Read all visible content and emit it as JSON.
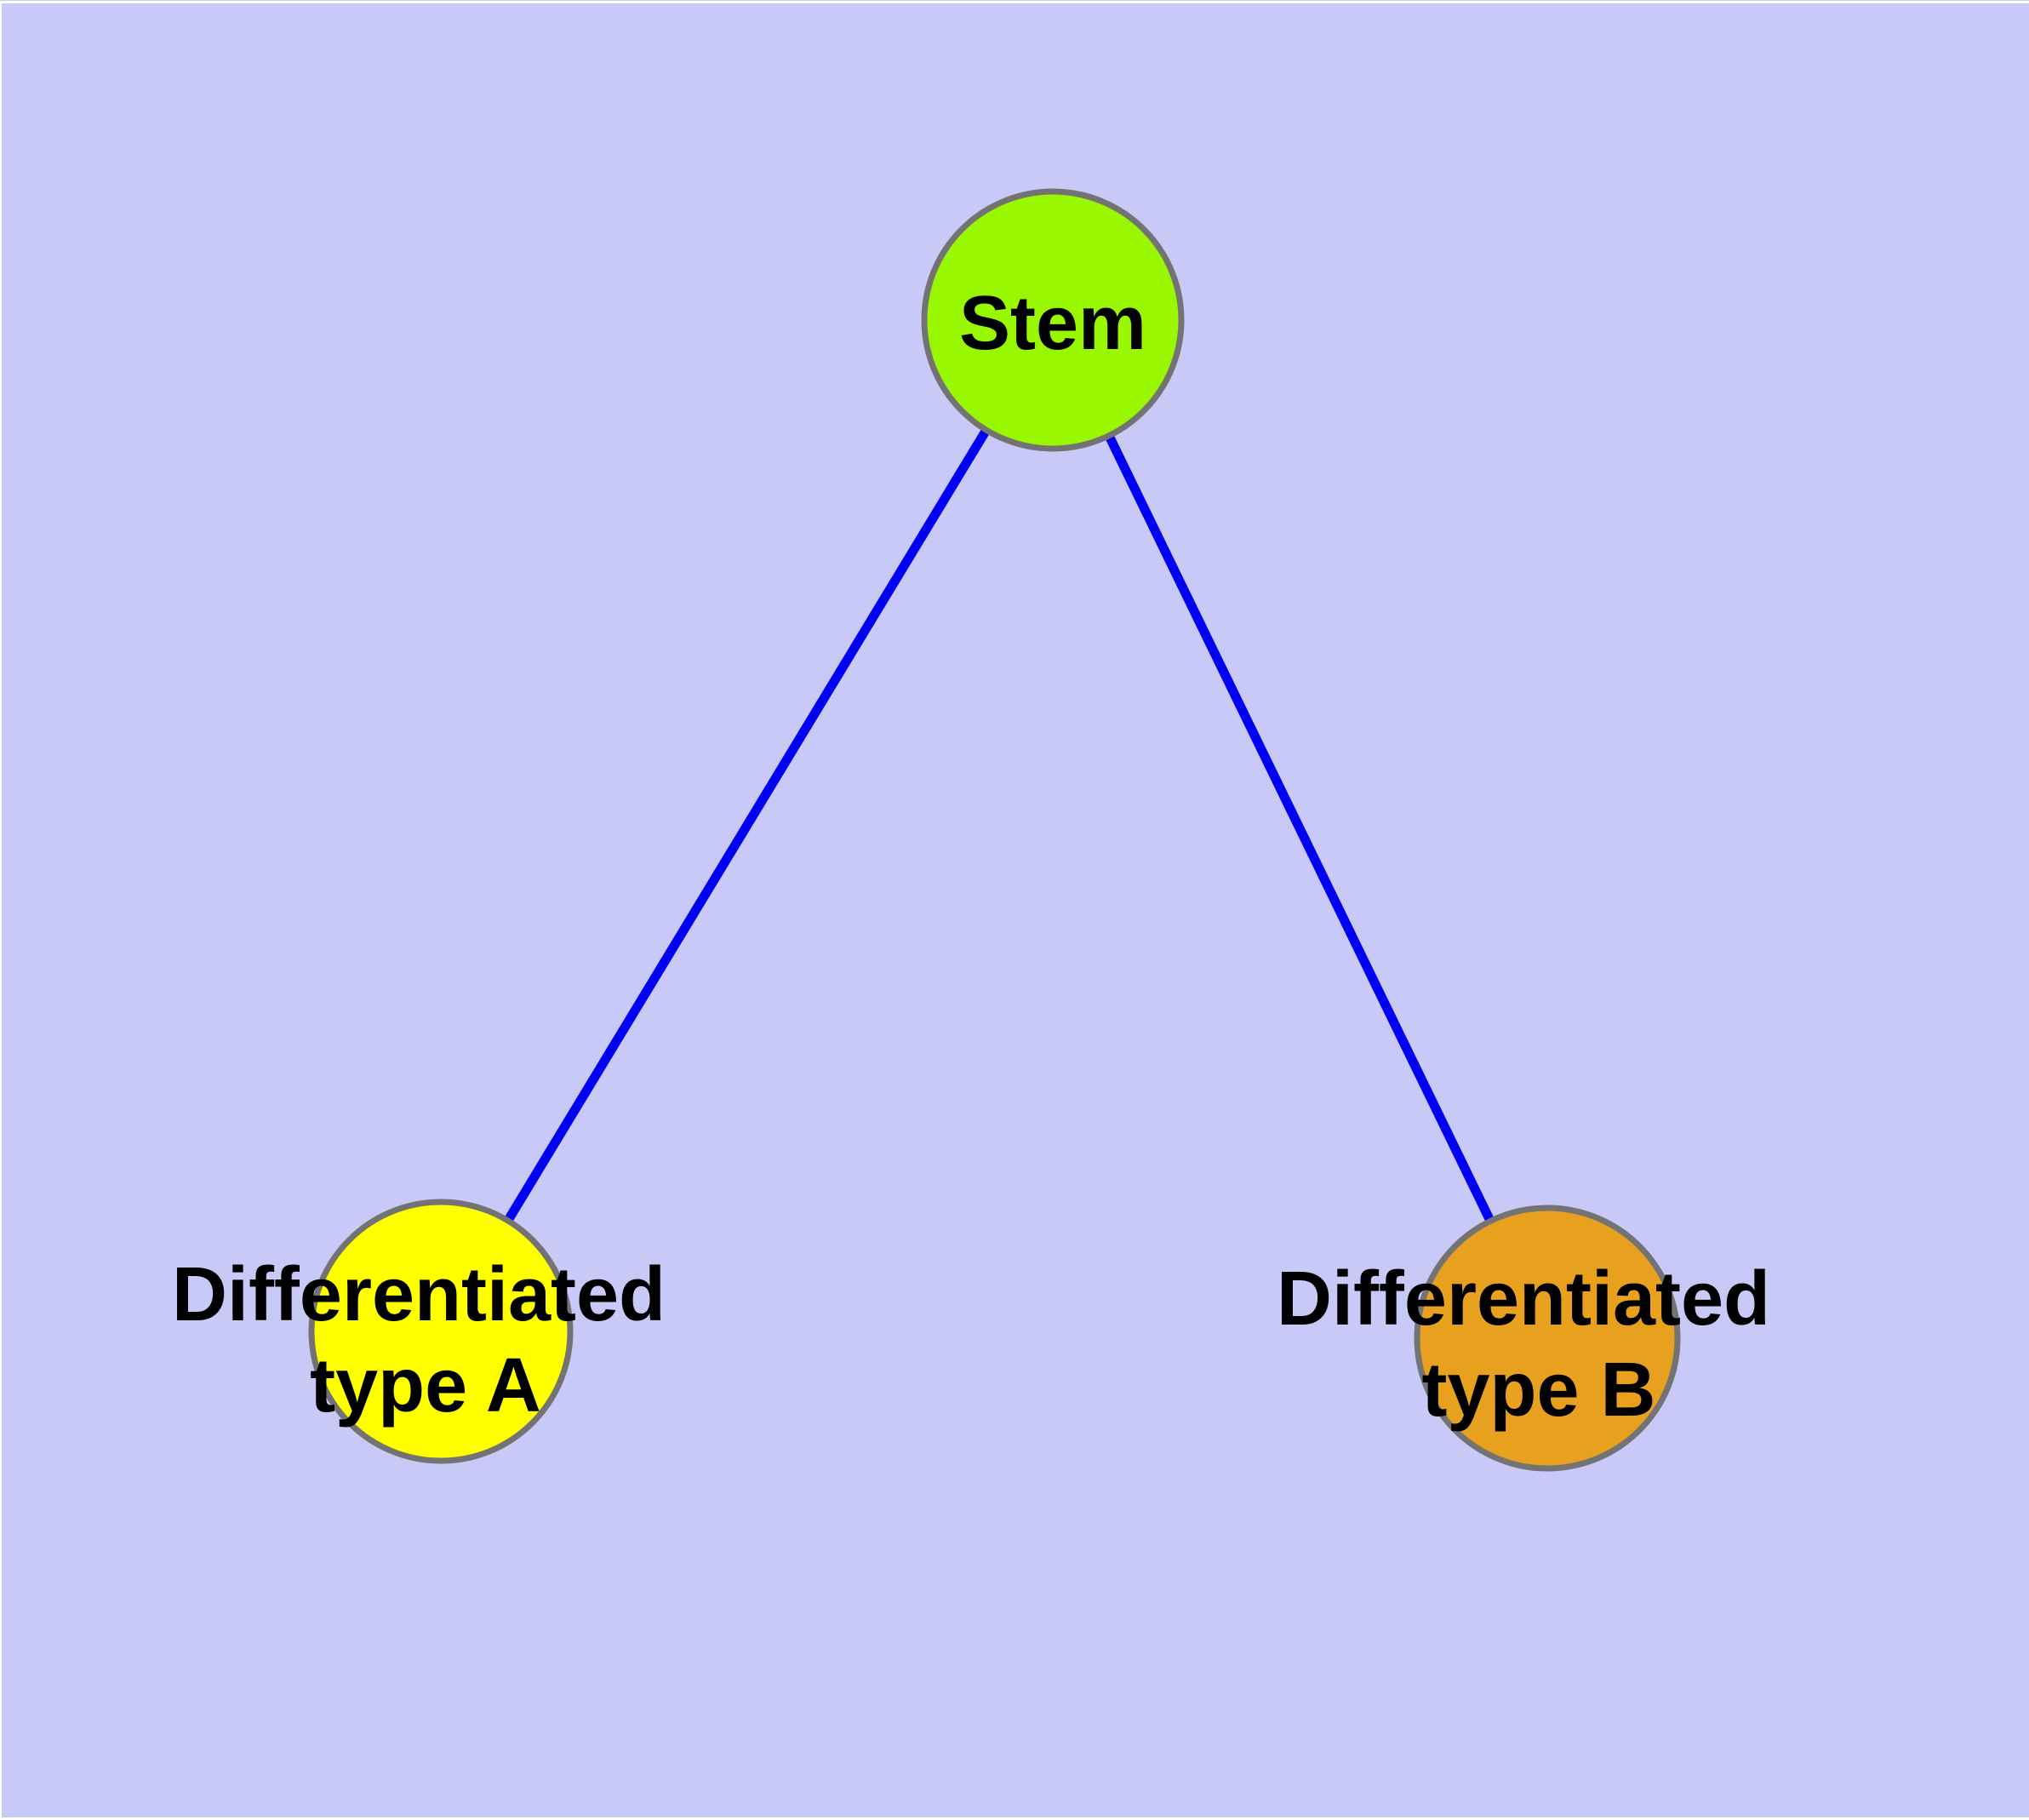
{
  "diagram": {
    "type": "graph",
    "background_color": "#C9C9F8",
    "margin_color": "#FFFFFF",
    "edge_color": "#0000F2",
    "node_border_color": "#737373",
    "label_color": "#000000",
    "nodes": {
      "stem": {
        "label": "Stem",
        "fill": "#99F702"
      },
      "type_a": {
        "label": "Differentiated type A",
        "line1": "Differentiated",
        "line2": "type A",
        "fill": "#FFFF00"
      },
      "type_b": {
        "label": "Differentiated type B",
        "line1": "Differentiated",
        "line2": "type B",
        "fill": "#E8A11E"
      }
    },
    "edges": [
      {
        "from": "stem",
        "to": "type_a"
      },
      {
        "from": "stem",
        "to": "type_b"
      }
    ]
  }
}
